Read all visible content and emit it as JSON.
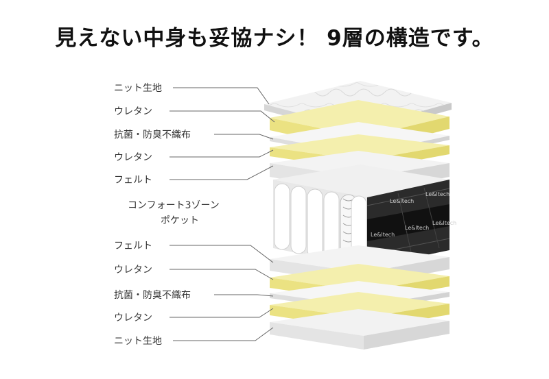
{
  "headline": "見えない中身も妥協ナシ！ 9層の構造です。",
  "layers_top": [
    "ニット生地",
    "ウレタン",
    "抗菌・防臭不織布",
    "ウレタン",
    "フェルト"
  ],
  "core": {
    "label_line1": "コンフォート3ゾーン",
    "label_line2": "ポケット",
    "side_logo": "Le&ltech"
  },
  "layers_bottom": [
    "フェルト",
    "ウレタン",
    "抗菌・防臭不織布",
    "ウレタン",
    "ニット生地"
  ],
  "colors": {
    "urethane": "#f0ea96",
    "felt": "#efefef",
    "knit": "#e9e9e9",
    "core_side": "#2b2b2b"
  }
}
